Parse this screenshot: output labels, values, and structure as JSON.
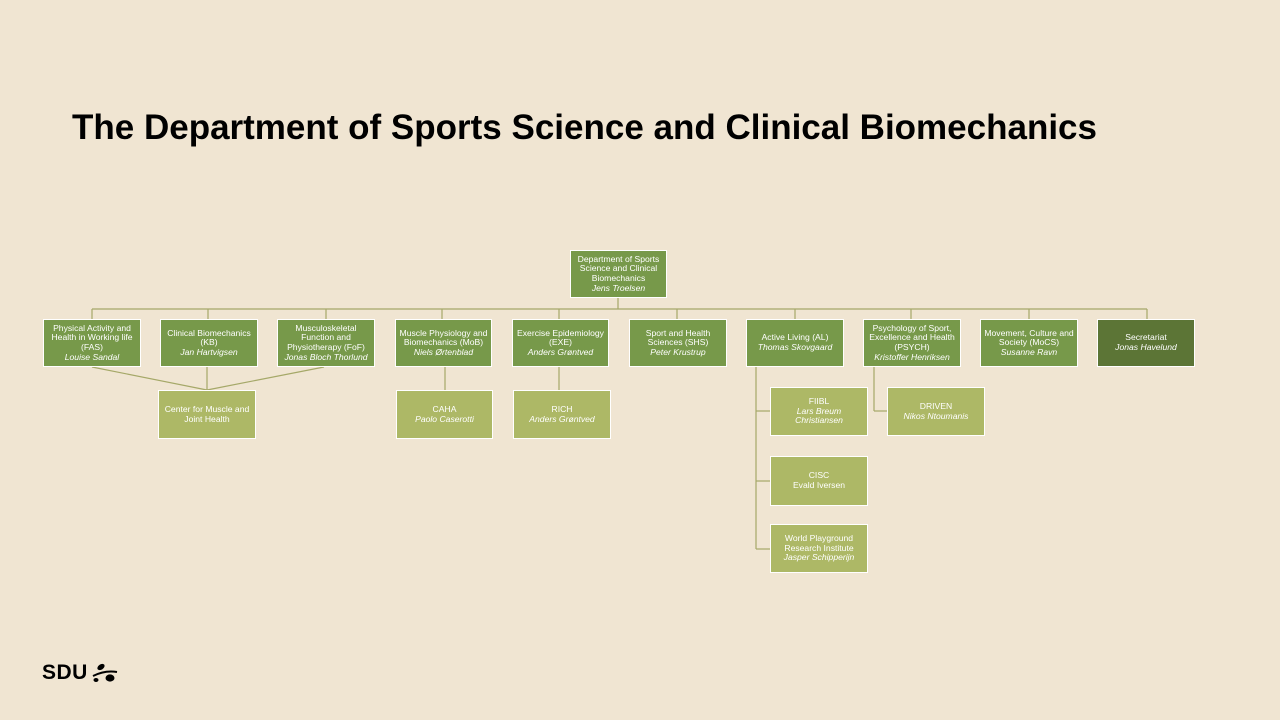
{
  "title": "The Department of Sports Science and Clinical Biomechanics",
  "logo": {
    "text": "SDU",
    "icon": "olive-branch-icon"
  },
  "colors": {
    "background": "#f0e5d2",
    "unit": "#77994a",
    "secretariat": "#5c7536",
    "sub_unit": "#adb866",
    "connector": "#a5a868"
  },
  "org": {
    "root": {
      "name": "Department of Sports Science and Clinical Biomechanics",
      "person": "Jens Troelsen"
    },
    "units": [
      {
        "id": "fas",
        "name": "Physical Activity and Health in Working life (FAS)",
        "person": "Louise Sandal"
      },
      {
        "id": "kb",
        "name": "Clinical Biomechanics (KB)",
        "person": "Jan Hartvigsen"
      },
      {
        "id": "fof",
        "name": "Musculoskeletal Function and Physiotherapy (FoF)",
        "person": "Jonas Bloch Thorlund"
      },
      {
        "id": "mob",
        "name": "Muscle Physiology and Biomechanics (MoB)",
        "person": "Niels Ørtenblad"
      },
      {
        "id": "exe",
        "name": "Exercise Epidemiology (EXE)",
        "person": "Anders Grøntved"
      },
      {
        "id": "shs",
        "name": "Sport and Health Sciences (SHS)",
        "person": "Peter Krustrup"
      },
      {
        "id": "al",
        "name": "Active Living (AL)",
        "person": "Thomas  Skovgaard"
      },
      {
        "id": "psych",
        "name": "Psychology of Sport, Excellence and Health (PSYCH)",
        "person": "Kristoffer Henriksen"
      },
      {
        "id": "mocs",
        "name": "Movement, Culture and Society (MoCS)",
        "person": "Susanne Ravn"
      },
      {
        "id": "sec",
        "name": "Secretariat",
        "person": "Jonas Havelund"
      }
    ],
    "sub_units": [
      {
        "id": "cmjh",
        "name": "Center for Muscle and Joint Health",
        "person": ""
      },
      {
        "id": "caha",
        "name": "CAHA",
        "person": "Paolo Caserotti"
      },
      {
        "id": "rich",
        "name": "RICH",
        "person": "Anders Grøntved"
      },
      {
        "id": "fiibl",
        "name": "FIIBL",
        "person": "Lars Breum Christiansen"
      },
      {
        "id": "cisc",
        "name": "CISC",
        "person": "Evald Iversen"
      },
      {
        "id": "wpri",
        "name": "World Playground Research Institute",
        "person": "Jasper Schipperijn"
      },
      {
        "id": "driven",
        "name": "DRIVEN",
        "person": "Nikos Ntoumanis"
      }
    ]
  }
}
